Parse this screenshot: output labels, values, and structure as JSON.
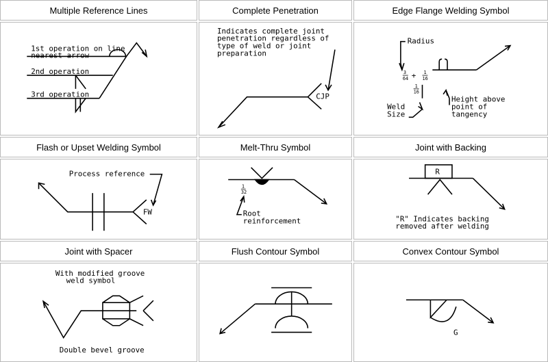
{
  "panels": [
    {
      "title": "Multiple Reference Lines",
      "labels": [
        "1st operation on line",
        "nearest arrow",
        "2nd operation",
        "3rd operation"
      ]
    },
    {
      "title": "Complete Penetration",
      "labels": [
        "Indicates complete joint",
        "penetration regardless of",
        "type of weld or joint",
        "preparation",
        "CJP"
      ]
    },
    {
      "title": "Edge Flange Welding Symbol",
      "labels": [
        "Radius",
        "Height above",
        "point of",
        "tangency",
        "Weld",
        "Size",
        "3",
        "64",
        "+",
        "1",
        "16",
        "1",
        "16"
      ]
    },
    {
      "title": "Flash or Upset Welding Symbol",
      "labels": [
        "Process reference",
        "FW"
      ]
    },
    {
      "title": "Melt-Thru Symbol",
      "labels": [
        "1",
        "32",
        "Root",
        "reinforcement"
      ]
    },
    {
      "title": "Joint with Backing",
      "labels": [
        "R",
        "\"R\" Indicates backing",
        "removed after welding"
      ]
    },
    {
      "title": "Joint with Spacer",
      "labels": [
        "With modified groove",
        "weld symbol",
        "Double bevel groove"
      ]
    },
    {
      "title": "Flush Contour Symbol",
      "labels": []
    },
    {
      "title": "Convex Contour Symbol",
      "labels": [
        "G"
      ]
    }
  ]
}
